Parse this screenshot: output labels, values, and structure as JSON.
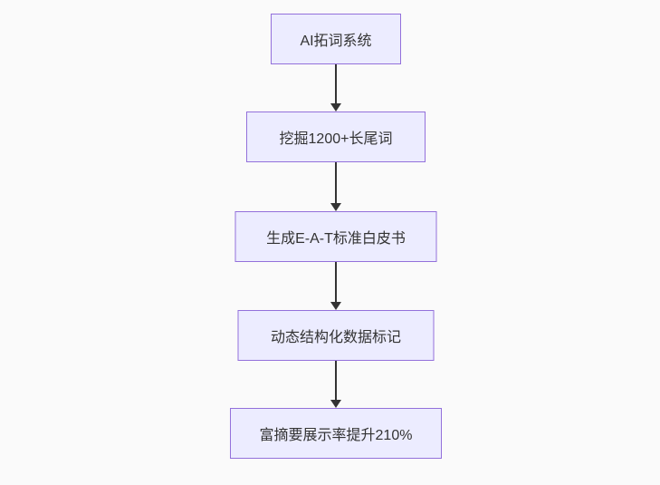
{
  "diagram": {
    "type": "flowchart-top-down",
    "colors": {
      "page_background": "#fafafa",
      "node_fill": "#ececff",
      "node_border": "#9370db",
      "node_text": "#333333",
      "arrow": "#333333"
    },
    "nodes": [
      {
        "label": "AI拓词系统"
      },
      {
        "label": "挖掘1200+长尾词"
      },
      {
        "label": "生成E-A-T标准白皮书"
      },
      {
        "label": "动态结构化数据标记"
      },
      {
        "label": "富摘要展示率提升210%"
      }
    ],
    "edges": [
      {
        "from": 0,
        "to": 1,
        "style": "solid-arrow-down"
      },
      {
        "from": 1,
        "to": 2,
        "style": "solid-arrow-down"
      },
      {
        "from": 2,
        "to": 3,
        "style": "solid-arrow-down"
      },
      {
        "from": 3,
        "to": 4,
        "style": "solid-arrow-down"
      }
    ]
  }
}
